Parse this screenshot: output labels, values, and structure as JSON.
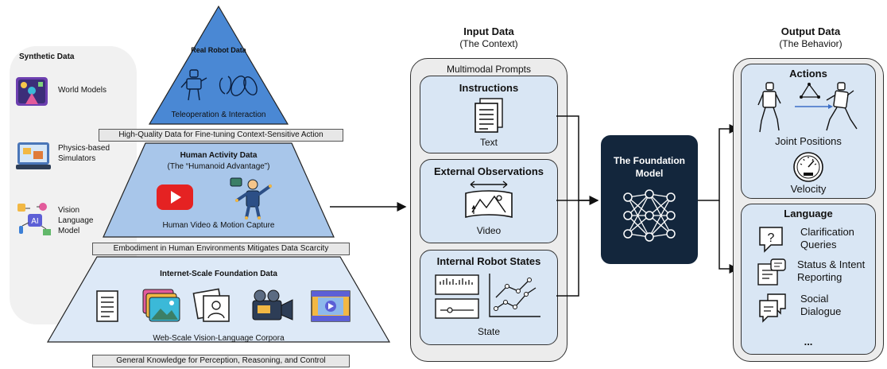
{
  "synthetic": {
    "title": "Synthetic Data",
    "items": [
      "World Models",
      "Physics-based Simulators",
      "Vision Language Model"
    ],
    "icons": [
      "world-model-icon",
      "simulator-icon",
      "vision-language-model-icon"
    ]
  },
  "pyramid": {
    "top": {
      "title": "Real Robot Data",
      "caption": "Teleoperation & Interaction",
      "banner": "High-Quality Data for Fine-tuning Context-Sensitive Action",
      "color": "#4a88d4"
    },
    "middle": {
      "title": "Human Activity Data",
      "subtitle": "(The “Humanoid Advantage”)",
      "caption": "Human Video & Motion Capture",
      "banner": "Embodiment in Human Environments Mitigates Data Scarcity",
      "color": "#a8c6ea"
    },
    "bottom": {
      "title": "Internet-Scale Foundation Data",
      "caption": "Web-Scale Vision-Language Corpora",
      "banner": "General Knowledge for Perception, Reasoning, and Control",
      "color": "#dde9f7"
    }
  },
  "input": {
    "header": "Input Data",
    "subheader": "(The Context)",
    "panel_title": "Multimodal Prompts",
    "sections": [
      {
        "title": "Instructions",
        "caption": "Text"
      },
      {
        "title": "External Observations",
        "caption": "Video"
      },
      {
        "title": "Internal Robot States",
        "caption": "State"
      }
    ]
  },
  "model": {
    "title": "The Foundation Model",
    "color": "#13263c"
  },
  "output": {
    "header": "Output Data",
    "subheader": "(The Behavior)",
    "actions": {
      "title": "Actions",
      "items": [
        "Joint Positions",
        "Velocity"
      ]
    },
    "language": {
      "title": "Language",
      "items": [
        "Clarification Queries",
        "Status & Intent Reporting",
        "Social Dialogue"
      ],
      "more": "..."
    }
  }
}
